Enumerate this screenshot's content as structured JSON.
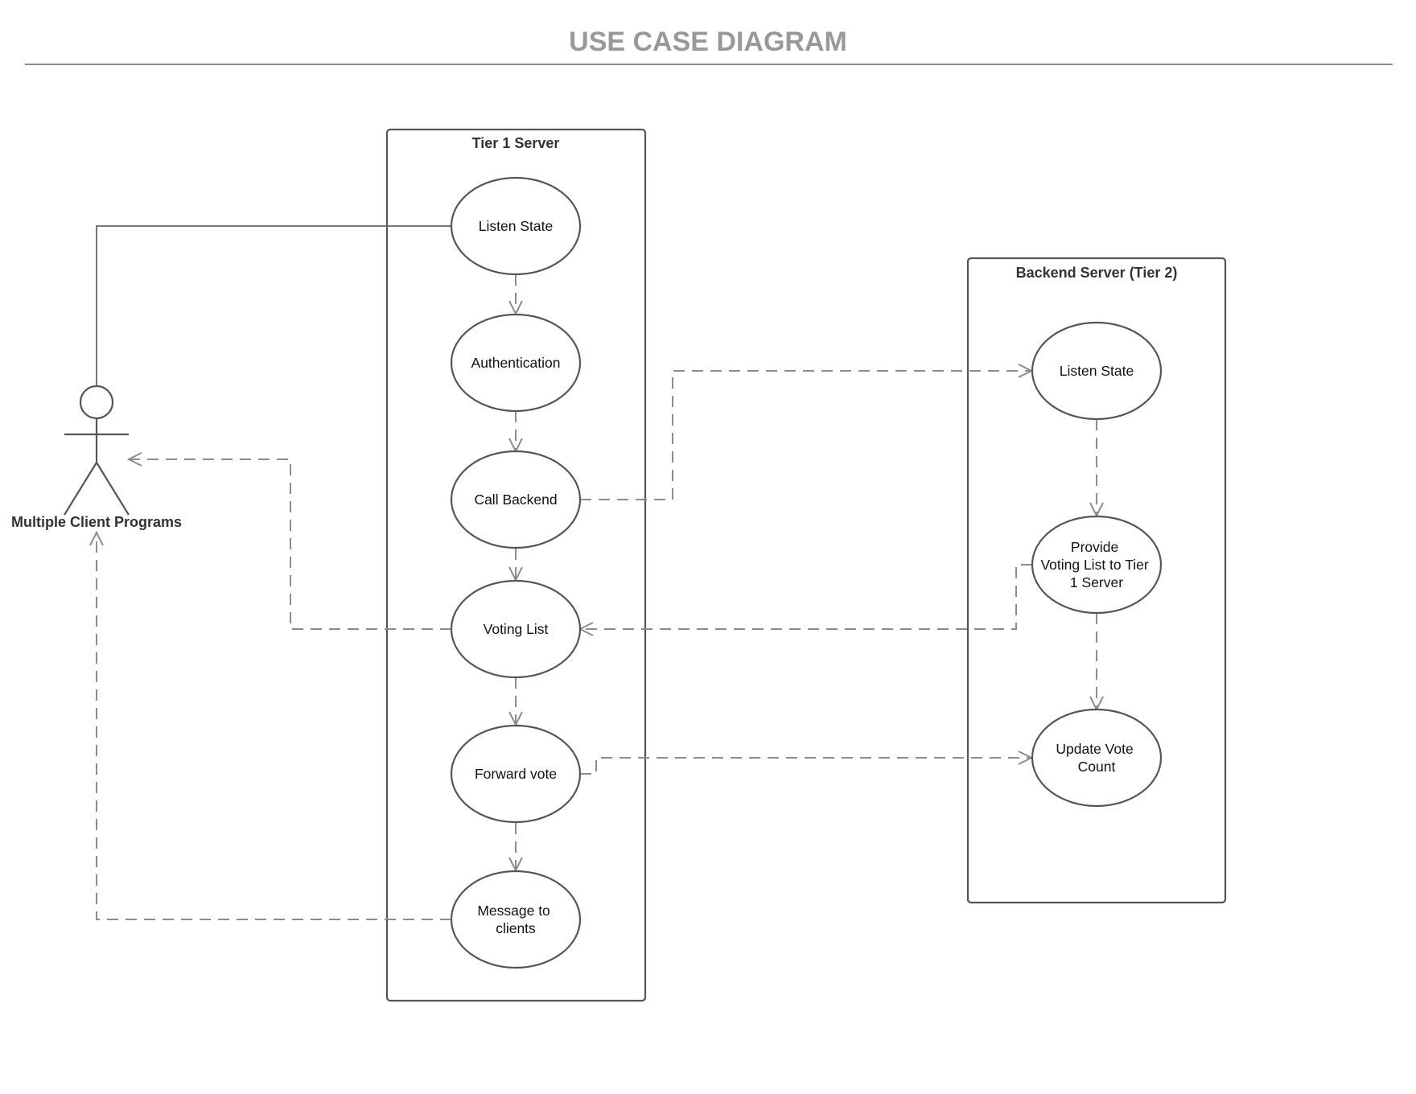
{
  "title": "USE CASE DIAGRAM",
  "actor": {
    "label": "Multiple Client Programs",
    "icon": "stick-figure-icon"
  },
  "tier1": {
    "title": "Tier 1 Server",
    "use_cases": [
      {
        "id": "listen",
        "label": "Listen State"
      },
      {
        "id": "auth",
        "label": "Authentication"
      },
      {
        "id": "call",
        "label": "Call Backend"
      },
      {
        "id": "voting",
        "label": "Voting List"
      },
      {
        "id": "forward",
        "label": "Forward vote"
      },
      {
        "id": "message",
        "lines": [
          "Message to",
          "clients"
        ]
      }
    ]
  },
  "tier2": {
    "title": "Backend Server (Tier 2)",
    "use_cases": [
      {
        "id": "listen2",
        "label": "Listen State"
      },
      {
        "id": "provide",
        "lines": [
          "Provide",
          "Voting List to Tier",
          "1 Server"
        ]
      },
      {
        "id": "update",
        "lines": [
          "Update Vote",
          "Count"
        ]
      }
    ]
  },
  "colors": {
    "title": "#999999",
    "outline": "#555555",
    "dependency": "#8c8c8c"
  }
}
